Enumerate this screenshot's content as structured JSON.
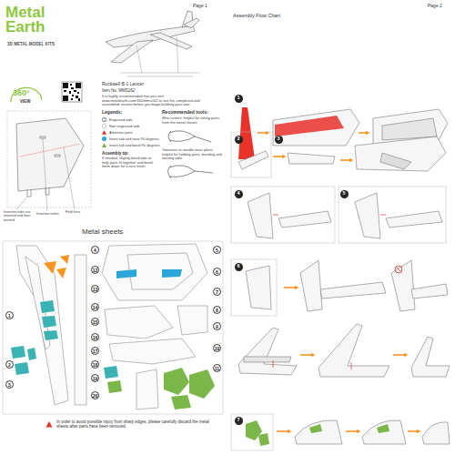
{
  "diagram": {
    "nodes": [
      {
        "text": [
          "1"
        ]
      },
      {
        "text": [
          "2"
        ]
      },
      {
        "text": [
          "3"
        ]
      },
      {
        "text": [
          "4"
        ]
      },
      {
        "text": [
          "5"
        ]
      },
      {
        "text": [
          "6"
        ]
      },
      {
        "text": [
          "7"
        ]
      }
    ],
    "labels": [
      "Metal Earth",
      "3D METAL MODEL KITS",
      "Page 1",
      "360°",
      "VIEW",
      "Rockwell B-1 Lancer",
      "Item No. MMS162",
      "It is highly recommended that you visit www.metalearth.com/360/mms162 to see the completed and assembled version before you begin building your own",
      "Legends:",
      "Recommended tools:",
      "Wire cutters: helpful for taking parts from the metal sheets",
      "Tweezers or needle nose pliers: helpful for holding parts, bending and twisting tabs",
      "Assembly tip:",
      "If needed, slightly bend tabs to help parts fit together and bend them down for a nice finish",
      "Insertion tabs are inserted and then twisted",
      "Insertion holes",
      "Fold lines",
      "Metal sheets",
      "1",
      "2",
      "3",
      "4",
      "5",
      "6",
      "7",
      "8",
      "9",
      "10",
      "11",
      "12",
      "13",
      "14",
      "15",
      "16",
      "17",
      "18",
      "19",
      "20",
      "In order to avoid possible injury from sharp edges, please carefully discard the metal sheets after parts have been removed",
      "Page 2",
      "Assembly Flow Chart"
    ],
    "legend": [
      {
        "text": "Engraved side"
      },
      {
        "text": "Non engraved side"
      },
      {
        "text": "Attention point"
      },
      {
        "text": "Insert tab and twist 90 degrees",
        "color": "#2aa7d8"
      },
      {
        "text": "Insert tab and bend 90 degrees",
        "color": "#7ab648"
      }
    ]
  }
}
